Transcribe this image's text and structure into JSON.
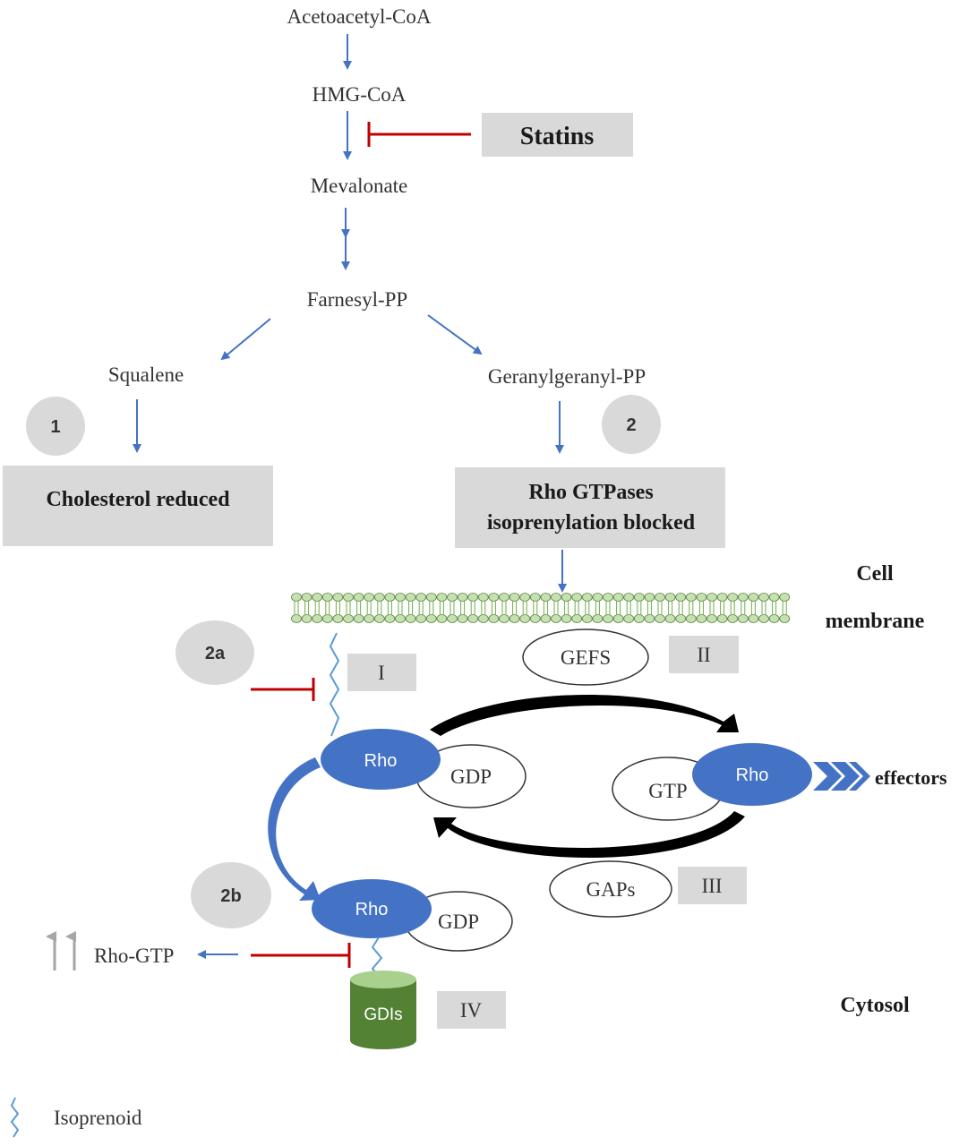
{
  "colors": {
    "arrow_blue": "#4472c4",
    "inhibitor_red": "#c00000",
    "rho_fill": "#4472c4",
    "gdi_green": "#548235",
    "membrane_green": "#c6e0b4",
    "box_gray": "#d9d9d9",
    "badge_gray": "#d9d9d9",
    "cycle_black": "#000000",
    "up_arrow_gray": "#a6a6a6"
  },
  "pathway": {
    "acetoacetyl": "Acetoacetyl-CoA",
    "hmg": "HMG-CoA",
    "mevalonate": "Mevalonate",
    "farnesyl": "Farnesyl-PP",
    "squalene": "Squalene",
    "geranyl": "Geranylgeranyl-PP"
  },
  "statins": {
    "label": "Statins"
  },
  "badges": {
    "b1": "1",
    "b2": "2",
    "b2a": "2a",
    "b2b": "2b"
  },
  "outcomes": {
    "cholesterol": "Cholesterol reduced",
    "rho_line1": "Rho GTPases",
    "rho_line2": "isoprenylation blocked"
  },
  "membrane": {
    "cell": "Cell",
    "membrane": "membrane"
  },
  "cycle": {
    "gefs": "GEFS",
    "gaps": "GAPs",
    "rho": "Rho",
    "gdp": "GDP",
    "gtp": "GTP",
    "effectors": "effectors",
    "roman": {
      "i": "I",
      "ii": "II",
      "iii": "III",
      "iv": "IV"
    }
  },
  "bottom": {
    "rho_gtp": "Rho-GTP",
    "gdis": "GDIs",
    "cytosol": "Cytosol"
  },
  "legend": {
    "isoprenoid": "Isoprenoid",
    "icon": "isoprenoid-zigzag-icon"
  }
}
